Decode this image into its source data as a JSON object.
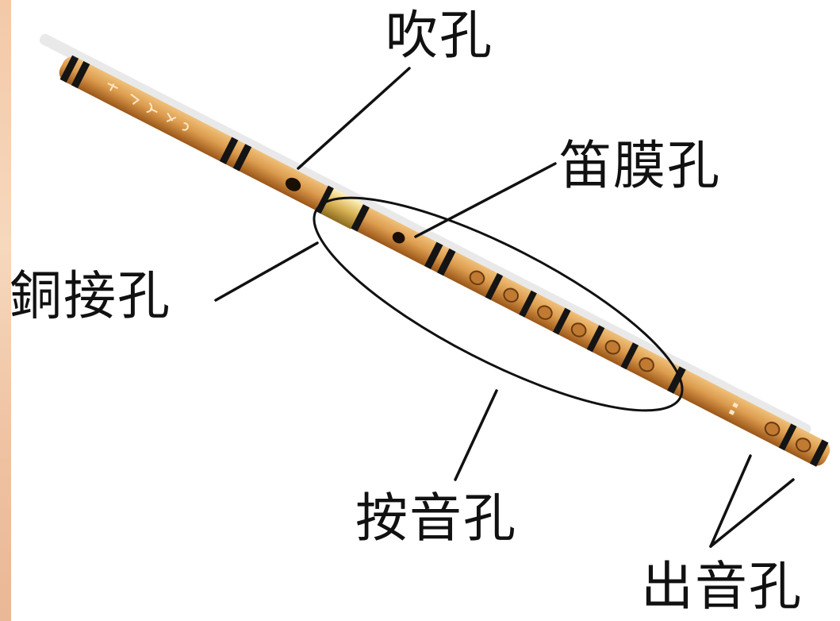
{
  "labels": {
    "blow_hole": "吹孔",
    "membrane_hole": "笛膜孔",
    "copper_joint": "銅接孔",
    "finger_holes": "按音孔",
    "sound_holes": "出音孔"
  },
  "colors": {
    "bamboo_light": "#e0a35a",
    "bamboo_dark": "#a8611f",
    "band": "#141414",
    "brass": "#d9b45a",
    "line": "#111111"
  }
}
